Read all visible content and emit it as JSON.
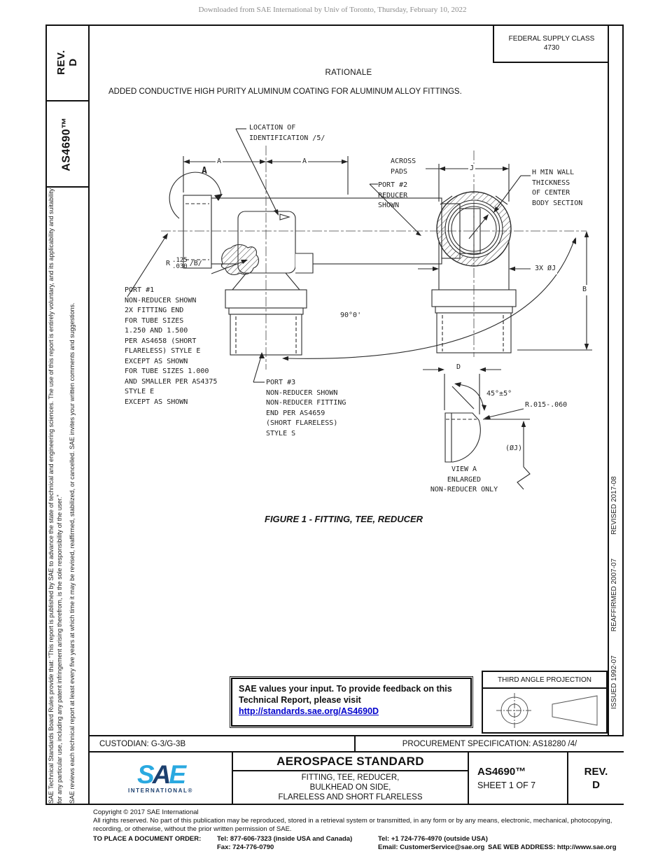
{
  "page": {
    "download_banner": "Downloaded from SAE International by Univ of Toronto, Thursday, February 10, 2022"
  },
  "left_band": {
    "rev_text": "REV.\nD",
    "doc_number": "AS4690™",
    "disclaimer_p1": "SAE Technical Standards Board Rules provide that: “This report is published by SAE to advance the state of technical and engineering sciences. The use of this report is entirely voluntary, and its applicability and suitability for any particular use, including any patent infringement arising therefrom, is the sole responsibility of the user.”",
    "disclaimer_p2": "SAE reviews each technical report at least every five years at which time it may be revised, reaffirmed, stabilized, or cancelled. SAE invites your written comments and suggestions."
  },
  "right_band": {
    "items": [
      "ISSUED 1992-07",
      "REAFFIRMED 2007-07",
      "REVISED 2017-08"
    ]
  },
  "header": {
    "federal_supply_class_label": "FEDERAL SUPPLY CLASS",
    "federal_supply_class_value": "4730",
    "rationale_title": "RATIONALE",
    "rationale_text": "ADDED CONDUCTIVE HIGH PURITY ALUMINUM COATING FOR ALUMINUM ALLOY FITTINGS."
  },
  "drawing": {
    "figure_caption": "FIGURE 1 - FITTING, TEE, REDUCER",
    "labels": {
      "location_id": "LOCATION OF\nIDENTIFICATION /5/",
      "dim_a_left": "A",
      "dim_a_right": "A",
      "view_arrow": "A",
      "port2": "PORT #2\nREDUCER\nSHOWN",
      "across_pads": "ACROSS\nPADS",
      "dim_j": "J",
      "h_min_wall": "H MIN WALL\nTHICKNESS\nOF CENTER\nBODY SECTION",
      "fillet_r_prefix": "R",
      "fillet_r_top": ".125",
      "fillet_r_bottom": ".030",
      "fillet_r_suffix": "/B/",
      "port1": "PORT #1\nNON-REDUCER SHOWN\n2X FITTING END\nFOR TUBE SIZES\n1.250 AND 1.500\nPER AS4658 (SHORT\nFLARELESS) STYLE E\nEXCEPT AS SHOWN\nFOR TUBE SIZES 1.000\nAND SMALLER PER AS4375\nSTYLE E\nEXCEPT AS SHOWN",
      "angle_90": "90°0'",
      "port3": "PORT #3\nNON-REDUCER SHOWN\nNON-REDUCER FITTING\nEND PER AS4659\n(SHORT FLARELESS)\nSTYLE S",
      "dim_3xoj": "3X ØJ",
      "dim_b": "B",
      "dim_d": "D",
      "angle_45": "45°±5°",
      "r_corner": "R.015-.060",
      "dim_oj_ref": "(ØJ)",
      "view_a_caption": "VIEW A\nENLARGED\nNON-REDUCER ONLY"
    }
  },
  "feedback_box": {
    "text": "SAE values your input. To provide feedback on this\nTechnical Report, please visit",
    "link": "http://standards.sae.org/AS4690D"
  },
  "projection_box": {
    "label": "THIRD ANGLE PROJECTION"
  },
  "custodian_row": {
    "custodian": "CUSTODIAN: G-3/G-3B",
    "procurement": "PROCUREMENT SPECIFICATION: AS18280 /4/"
  },
  "title_block": {
    "logo_s": "S",
    "logo_a": "A",
    "logo_e": "E",
    "logo_sub": "INTERNATIONAL®",
    "standard_type": "AEROSPACE STANDARD",
    "title_line1": "FITTING, TEE, REDUCER,",
    "title_line2": "BULKHEAD ON SIDE,",
    "title_line3": "FLARELESS AND SHORT FLARELESS",
    "doc_number": "AS4690™",
    "sheet": "SHEET 1 OF 7",
    "rev_label": "REV.",
    "rev_value": "D"
  },
  "footer": {
    "copyright": "Copyright © 2017 SAE International",
    "rights_line1": "All rights reserved. No part of this publication may be reproduced, stored in a retrieval system or transmitted, in any form or by any means, electronic, mechanical, photocopying,",
    "rights_line2": "recording, or otherwise, without the prior written permission of SAE.",
    "order_label": "TO PLACE A DOCUMENT ORDER:",
    "tel_inside": "Tel: 877-606-7323 (inside USA and Canada)",
    "tel_outside": "Tel: +1 724-776-4970 (outside USA)",
    "fax": "Fax: 724-776-0790",
    "email": "Email: CustomerService@sae.org",
    "web": "SAE WEB ADDRESS: http://www.sae.org"
  },
  "colors": {
    "link_blue": "#0000cc",
    "logo_light_blue": "#2aa9e0",
    "logo_navy": "#1c3f6e"
  }
}
